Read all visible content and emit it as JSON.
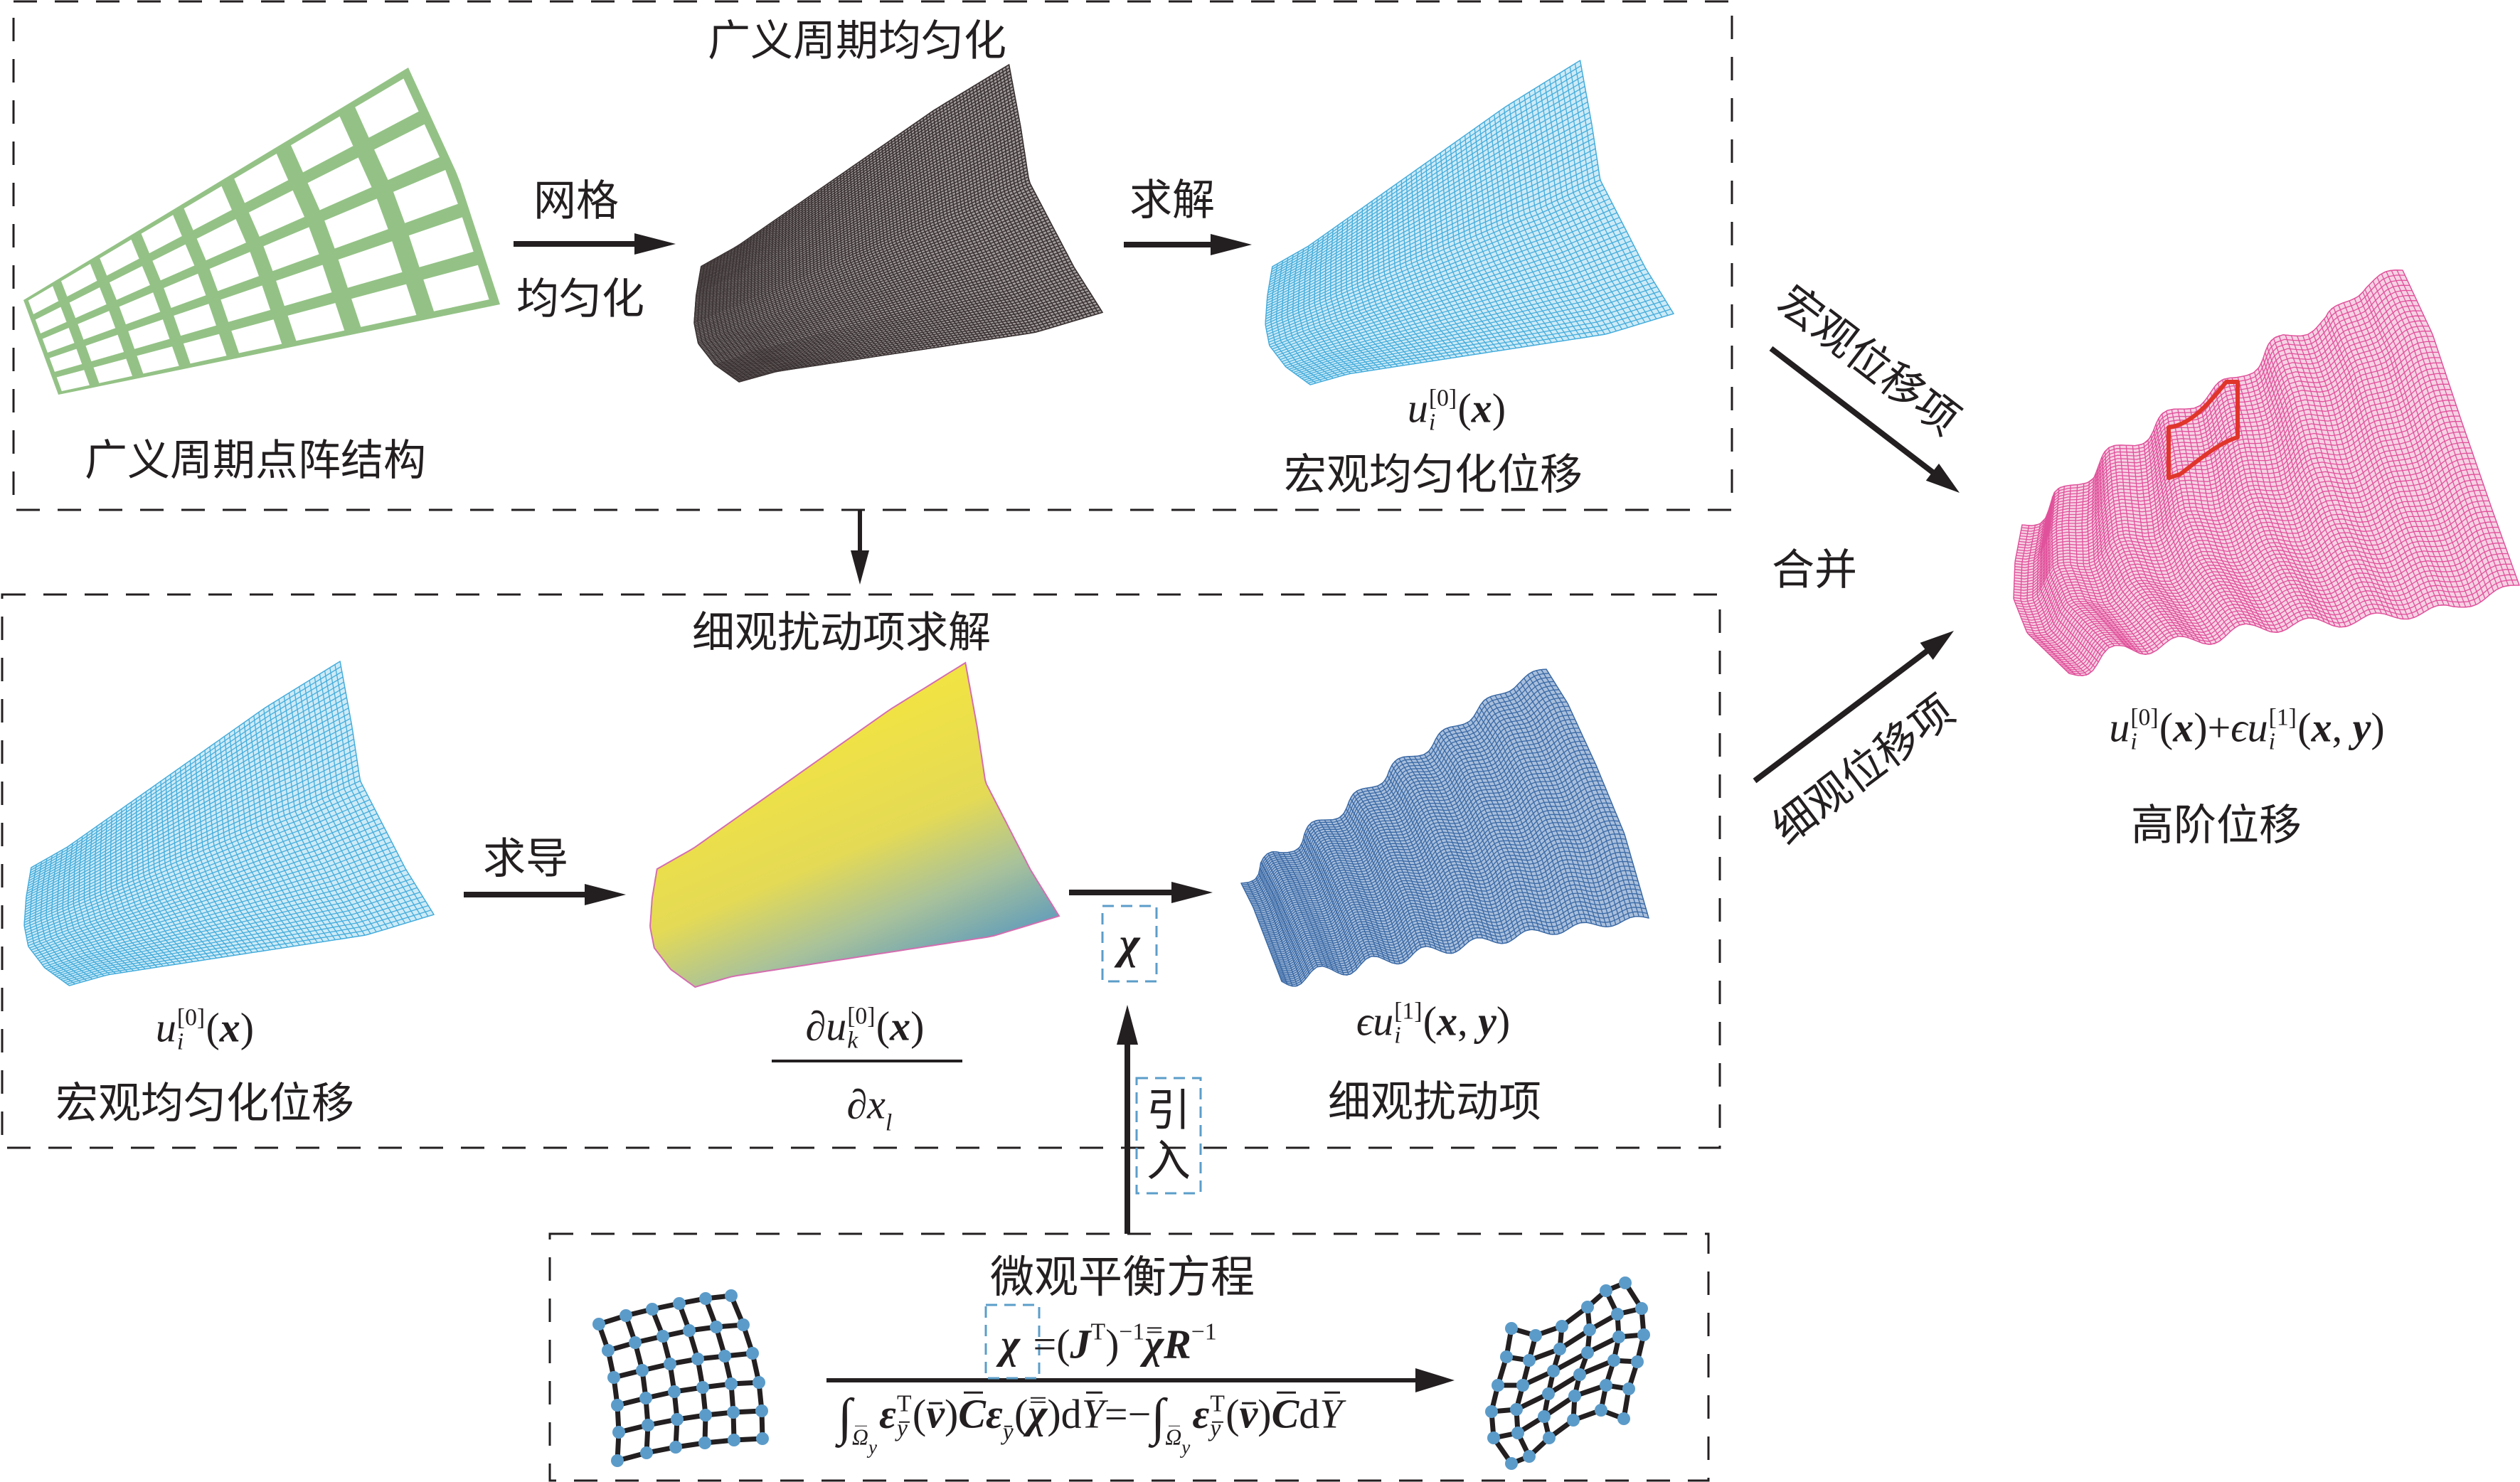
{
  "figure": {
    "top_panel": {
      "title": "广义周期均匀化",
      "lattice_label": "广义周期点阵结构",
      "mesh_arrow_label_top": "网格",
      "mesh_arrow_label_bottom": "均匀化",
      "solve_arrow_label": "求解",
      "result_formula": {
        "base": "u",
        "sub": "i",
        "sup": "[0]",
        "lparen": "(",
        "arg": "x",
        "rparen": ")"
      },
      "result_label": "宏观均匀化位移"
    },
    "middle_panel": {
      "title": "细观扰动项求解",
      "input_formula": {
        "base": "u",
        "sub": "i",
        "sup": "[0]",
        "lparen": "(",
        "arg": "x",
        "rparen": ")"
      },
      "input_label": "宏观均匀化位移",
      "derive_arrow_label": "求导",
      "derivative": {
        "partial": "∂",
        "base": "u",
        "sub": "k",
        "sup": "[0]",
        "lparen": "(",
        "arg": "x",
        "rparen": ")",
        "den_var": "x",
        "den_sub": "l"
      },
      "chi_symbol": "χ",
      "output_formula": {
        "eps": "ϵ",
        "base": "u",
        "sub": "i",
        "sup": "[1]",
        "lparen": "(",
        "arg1": "x",
        "sep": ", ",
        "arg2": "y",
        "rparen": ")"
      },
      "output_label": "细观扰动项"
    },
    "introduce_label": [
      "引",
      "入"
    ],
    "bottom_panel": {
      "title": "微观平衡方程",
      "chi_equation": {
        "lhs": "χ",
        "eq": "=(",
        "J": "J",
        "T": "T",
        "rparen": ")",
        "inv": "−1",
        "chi": "χ",
        "R": "R",
        "inv2": "−1"
      },
      "integral_equation": {
        "int": "∫",
        "omega": "Ω",
        "omega_sub": "y",
        "eps": "ε",
        "T": "T",
        "y": "y",
        "lparen": "(",
        "v": "v",
        "rparen": ")",
        "C": "C",
        "chi": "χ",
        "d": "d",
        "Y": "Y",
        "equals": "=−"
      }
    },
    "merge": {
      "macro_term_label": "宏观位移项",
      "merge_label": "合并",
      "micro_term_label": "细观位移项",
      "result_formula": {
        "base": "u",
        "sub": "i",
        "sup0": "[0]",
        "lparen": "(",
        "arg": "x",
        "rparen": ")",
        "plus": "+",
        "eps": "ϵ",
        "sup1": "[1]",
        "sep": ", ",
        "arg2": "y"
      },
      "result_label": "高阶位移"
    }
  },
  "colors": {
    "ink": "#231f20",
    "lattice_green": "#94c286",
    "mesh_gray": "#3b3333",
    "mesh_gray_fill": "#a39d9d",
    "mesh_light_blue": "#45acdb",
    "mesh_light_blue_fill": "#cdebf7",
    "mesh_dark_blue": "#3a69a5",
    "mesh_dark_blue_fill": "#a9bfdc",
    "mesh_pink": "#e0519b",
    "mesh_pink_fill": "#f6d2e4",
    "highlight_red": "#e0352b",
    "gradient_yellow": "#f1e343",
    "gradient_mid": "#a9c29a",
    "gradient_blue": "#4e93c3",
    "gradient_edge": "#d46eb0",
    "node_blue": "#5b9bc9",
    "dash_blue": "#5b9dc9"
  }
}
